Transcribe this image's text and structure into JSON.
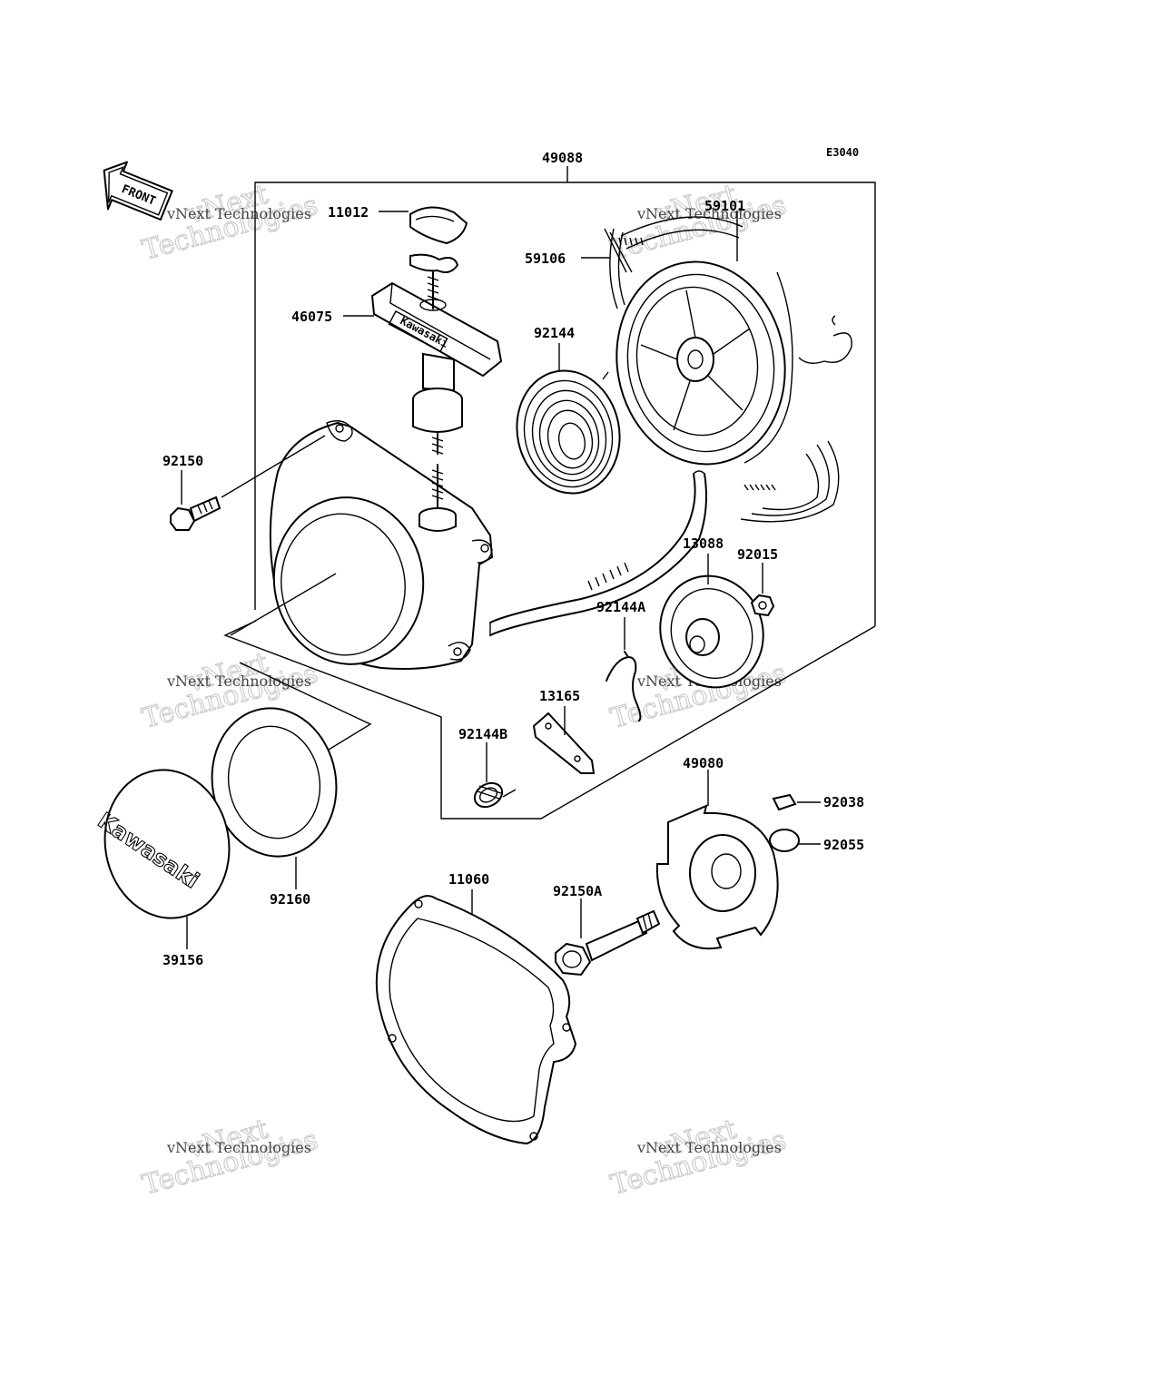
{
  "diagram": {
    "code": "E3040",
    "front_label": "FRONT",
    "brand_text": "Kawasaki",
    "watermark": {
      "line1": "vNext",
      "line2": "vNext Technologies",
      "line3": "Technologies"
    },
    "part_numbers": {
      "p49088": "49088",
      "p11012": "11012",
      "p59106": "59106",
      "p59101": "59101",
      "p46075": "46075",
      "p92144": "92144",
      "p92150": "92150",
      "p13088": "13088",
      "p92015": "92015",
      "p92144A": "92144A",
      "p13165": "13165",
      "p92144B": "92144B",
      "p49080": "49080",
      "p92038": "92038",
      "p92055": "92055",
      "p92160": "92160",
      "p39156": "39156",
      "p11060": "11060",
      "p92150A": "92150A"
    }
  }
}
